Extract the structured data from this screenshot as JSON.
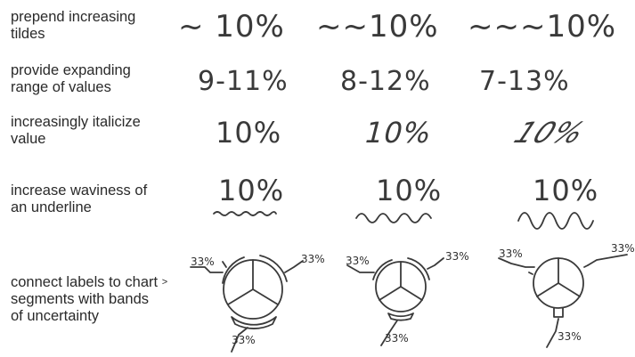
{
  "rows": [
    {
      "label_line1": "prepend increasing",
      "label_line2": "tildes"
    },
    {
      "label_line1": "provide expanding",
      "label_line2": "range of values"
    },
    {
      "label_line1": "increasingly italicize",
      "label_line2": "value"
    },
    {
      "label_line1": "increase waviness of",
      "label_line2": "an underline"
    },
    {
      "label_line1": "connect labels to chart",
      "label_line2": "segments with bands",
      "label_line3": "of uncertainty"
    }
  ],
  "label_mark": ">",
  "tildes": [
    "~ 10%",
    "~~10%",
    "~~~10%"
  ],
  "ranges": [
    "9-11%",
    "8-12%",
    "7-13%"
  ],
  "italic": [
    "10%",
    "10%",
    "10%"
  ],
  "wavy": [
    "10%",
    "10%",
    "10%"
  ],
  "pie_labels": [
    "33%",
    "33%",
    "33%"
  ]
}
